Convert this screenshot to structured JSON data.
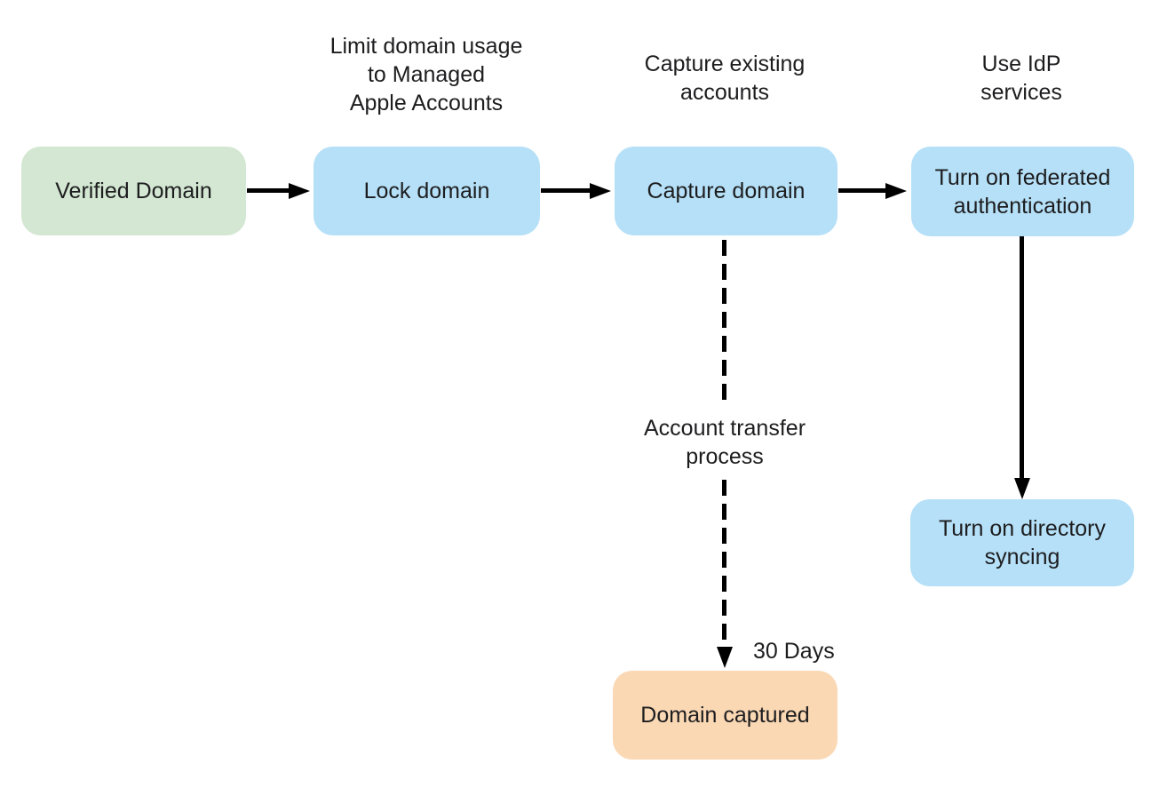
{
  "diagram": {
    "nodes": {
      "verified_domain": {
        "label": "Verified Domain",
        "fill": "#d3e7d2"
      },
      "lock_domain": {
        "label": "Lock domain",
        "fill": "#b5e0f7"
      },
      "capture_domain": {
        "label": "Capture domain",
        "fill": "#b5e0f7"
      },
      "turn_on_federated_authentication": {
        "label": "Turn on federated\nauthentication",
        "fill": "#b5e0f7"
      },
      "turn_on_directory_syncing": {
        "label": "Turn on directory\nsyncing",
        "fill": "#b5e0f7"
      },
      "domain_captured": {
        "label": "Domain captured",
        "fill": "#fad8b4"
      }
    },
    "annotations": {
      "limit_domain_usage": "Limit domain usage\nto Managed\nApple Accounts",
      "capture_existing_accounts": "Capture existing\naccounts",
      "use_idp_services": "Use IdP\nservices",
      "account_transfer_process": "Account transfer\nprocess",
      "thirty_days": "30 Days"
    },
    "colors": {
      "start_node_green": "#d3e7d2",
      "process_node_blue": "#b5e0f7",
      "end_node_orange": "#fad8b4",
      "arrow_black": "#000000",
      "text": "#1d1d1f",
      "background": "#ffffff"
    }
  }
}
